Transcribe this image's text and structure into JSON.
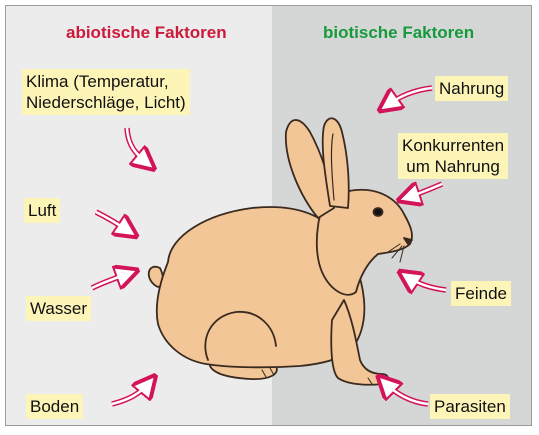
{
  "headings": {
    "abiotic": "abiotische Faktoren",
    "biotic": "biotische Faktoren"
  },
  "abiotic_factors": {
    "klima": "Klima (Temperatur,\nNiederschläge, Licht)",
    "luft": "Luft",
    "wasser": "Wasser",
    "boden": "Boden"
  },
  "biotic_factors": {
    "nahrung": "Nahrung",
    "konkurrenten": "Konkurrenten\num Nahrung",
    "feinde": "Feinde",
    "parasiten": "Parasiten"
  },
  "colors": {
    "abiotic_heading": "#cc1a3c",
    "biotic_heading": "#169a3c",
    "label_background": "#fdf5b8",
    "arrow_stroke": "#d4145a",
    "rabbit_fill": "#f3c697"
  }
}
